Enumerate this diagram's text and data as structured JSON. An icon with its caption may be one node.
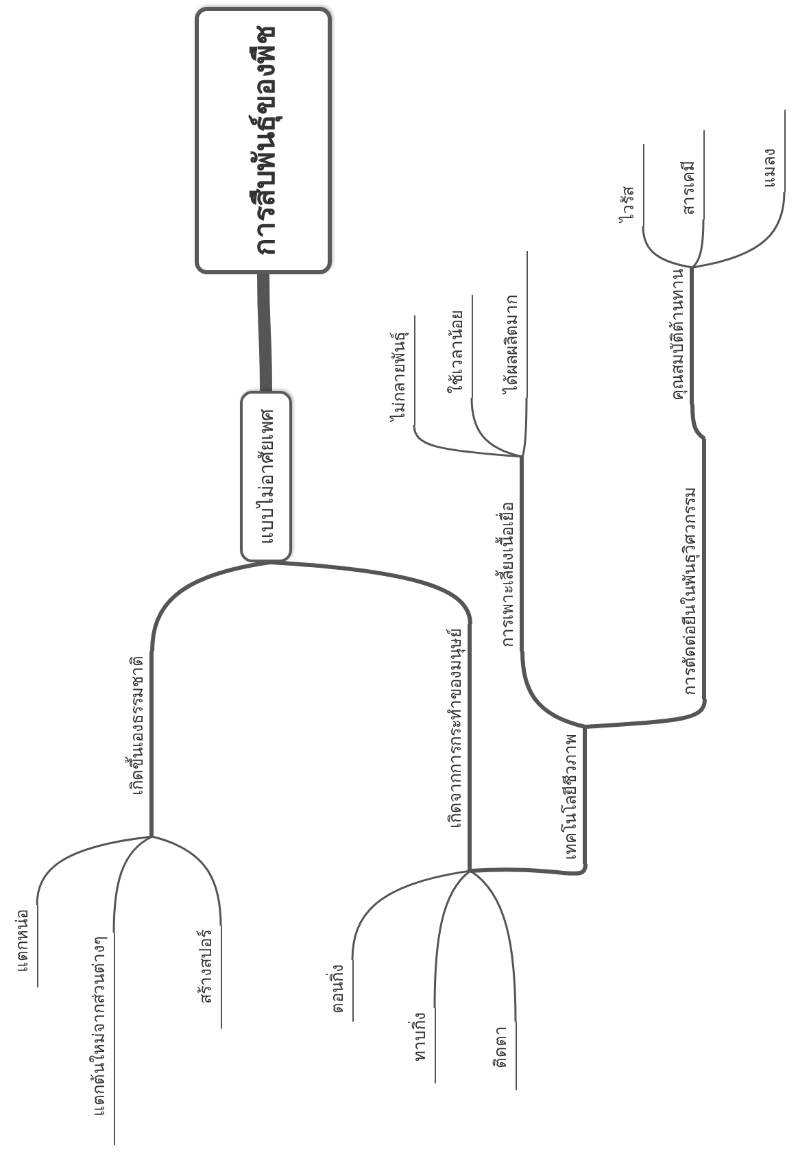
{
  "diagram": {
    "nodes": [
      {
        "text": [
          "การสืบพันธุ์ของพืช"
        ]
      },
      {
        "text": [
          "แบบไม่อาศัยเพศ"
        ]
      },
      {
        "text": [
          "เกิดขึ้นเองธรรมชาติ"
        ]
      },
      {
        "text": [
          "แตกหน่อ"
        ]
      },
      {
        "text": [
          "แตกต้นใหม่จากส่วนต่างๆ"
        ]
      },
      {
        "text": [
          "สร้างสปอร์"
        ]
      },
      {
        "text": [
          "เกิดจากการกระทำของมนุษย์"
        ]
      },
      {
        "text": [
          "ตอนกิ่ง"
        ]
      },
      {
        "text": [
          "ทาบกิ่ง"
        ]
      },
      {
        "text": [
          "ติดตา"
        ]
      },
      {
        "text": [
          "เทคโนโลยีชีวภาพ"
        ]
      },
      {
        "text": [
          "การเพาะเลี้ยงเนื้อเยื่อ"
        ]
      },
      {
        "text": [
          "การตัดต่อยีนในพันธุวิศวกรรม"
        ]
      },
      {
        "text": [
          "คุณสมบัติต้านทาน"
        ]
      },
      {
        "text": [
          "ไม่กลายพันธุ์"
        ]
      },
      {
        "text": [
          "ใช้เวลาน้อย"
        ]
      },
      {
        "text": [
          "ได้ผลผลิตมาก"
        ]
      },
      {
        "text": [
          "ไวรัส"
        ]
      },
      {
        "text": [
          "สารเคมี"
        ]
      },
      {
        "text": [
          "แมลง"
        ]
      }
    ],
    "edges": [
      {
        "from": 0,
        "to": 1,
        "arrow": "none",
        "style": "thick"
      },
      {
        "from": 1,
        "to": 2,
        "arrow": "none",
        "style": "thick"
      },
      {
        "from": 2,
        "to": 3,
        "arrow": "none"
      },
      {
        "from": 2,
        "to": 4,
        "arrow": "none"
      },
      {
        "from": 2,
        "to": 5,
        "arrow": "none"
      },
      {
        "from": 1,
        "to": 6,
        "arrow": "none",
        "style": "thick"
      },
      {
        "from": 6,
        "to": 7,
        "arrow": "none"
      },
      {
        "from": 6,
        "to": 8,
        "arrow": "none"
      },
      {
        "from": 6,
        "to": 9,
        "arrow": "none"
      },
      {
        "from": 6,
        "to": 10,
        "arrow": "none",
        "style": "thick"
      },
      {
        "from": 10,
        "to": 11,
        "arrow": "none",
        "style": "thick"
      },
      {
        "from": 11,
        "to": 14,
        "arrow": "none"
      },
      {
        "from": 11,
        "to": 15,
        "arrow": "none"
      },
      {
        "from": 11,
        "to": 16,
        "arrow": "none"
      },
      {
        "from": 10,
        "to": 12,
        "arrow": "none",
        "style": "thick"
      },
      {
        "from": 12,
        "to": 13,
        "arrow": "none",
        "style": "thick"
      },
      {
        "from": 13,
        "to": 17,
        "arrow": "none"
      },
      {
        "from": 13,
        "to": 18,
        "arrow": "none"
      },
      {
        "from": 13,
        "to": 19,
        "arrow": "none"
      }
    ]
  }
}
